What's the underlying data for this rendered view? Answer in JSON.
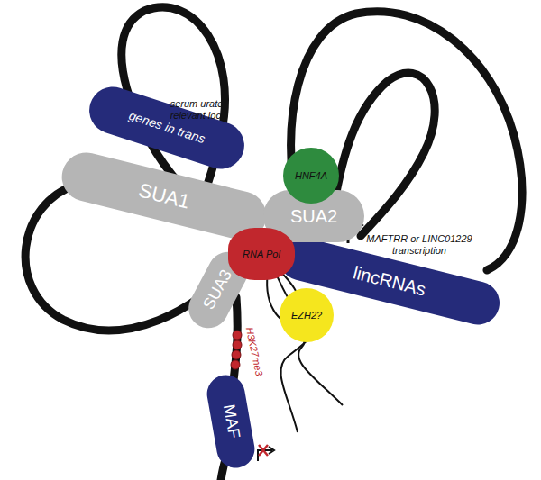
{
  "diagram": {
    "nodes": [
      {
        "text": [
          "genes in trans"
        ]
      },
      {
        "text": [
          "SUA1"
        ]
      },
      {
        "text": [
          "HNF4A"
        ]
      },
      {
        "text": [
          "SUA2"
        ]
      },
      {
        "text": [
          "RNA Pol"
        ]
      },
      {
        "text": [
          "lincRNAs"
        ]
      },
      {
        "text": [
          "SUA3"
        ]
      },
      {
        "text": [
          "EZH2?"
        ]
      },
      {
        "text": [
          "MAF"
        ]
      }
    ],
    "labels": [
      "serum urate relevant loci",
      "MAFTRR or LINC01229 transcription",
      "H3K27me3"
    ]
  }
}
